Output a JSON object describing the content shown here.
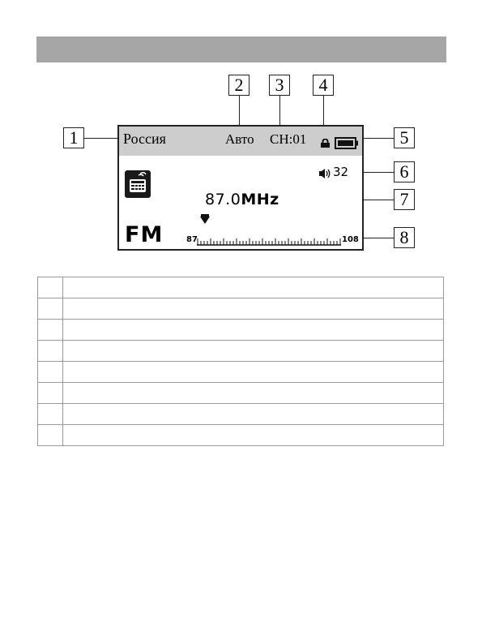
{
  "header": {
    "title": ""
  },
  "lcd": {
    "region": "Россия",
    "mode": "Авто",
    "channel": "CH:01",
    "volume": "32",
    "frequency_value": "87.0",
    "frequency_unit": "MHz",
    "band": "FM",
    "scale_min": "87",
    "scale_max": "108",
    "icons": [
      "lock-icon",
      "battery-icon",
      "radio-icon",
      "speaker-icon",
      "pointer-icon"
    ]
  },
  "callouts": [
    "1",
    "2",
    "3",
    "4",
    "5",
    "6",
    "7",
    "8"
  ],
  "legend_rows": [
    {
      "num": "",
      "text": ""
    },
    {
      "num": "",
      "text": ""
    },
    {
      "num": "",
      "text": ""
    },
    {
      "num": "",
      "text": ""
    },
    {
      "num": "",
      "text": ""
    },
    {
      "num": "",
      "text": ""
    },
    {
      "num": "",
      "text": ""
    },
    {
      "num": "",
      "text": ""
    }
  ],
  "colors": {
    "header_bar": "#a6a6a6",
    "lcd_status_bar": "#cdcdcd",
    "outline": "#222222"
  }
}
